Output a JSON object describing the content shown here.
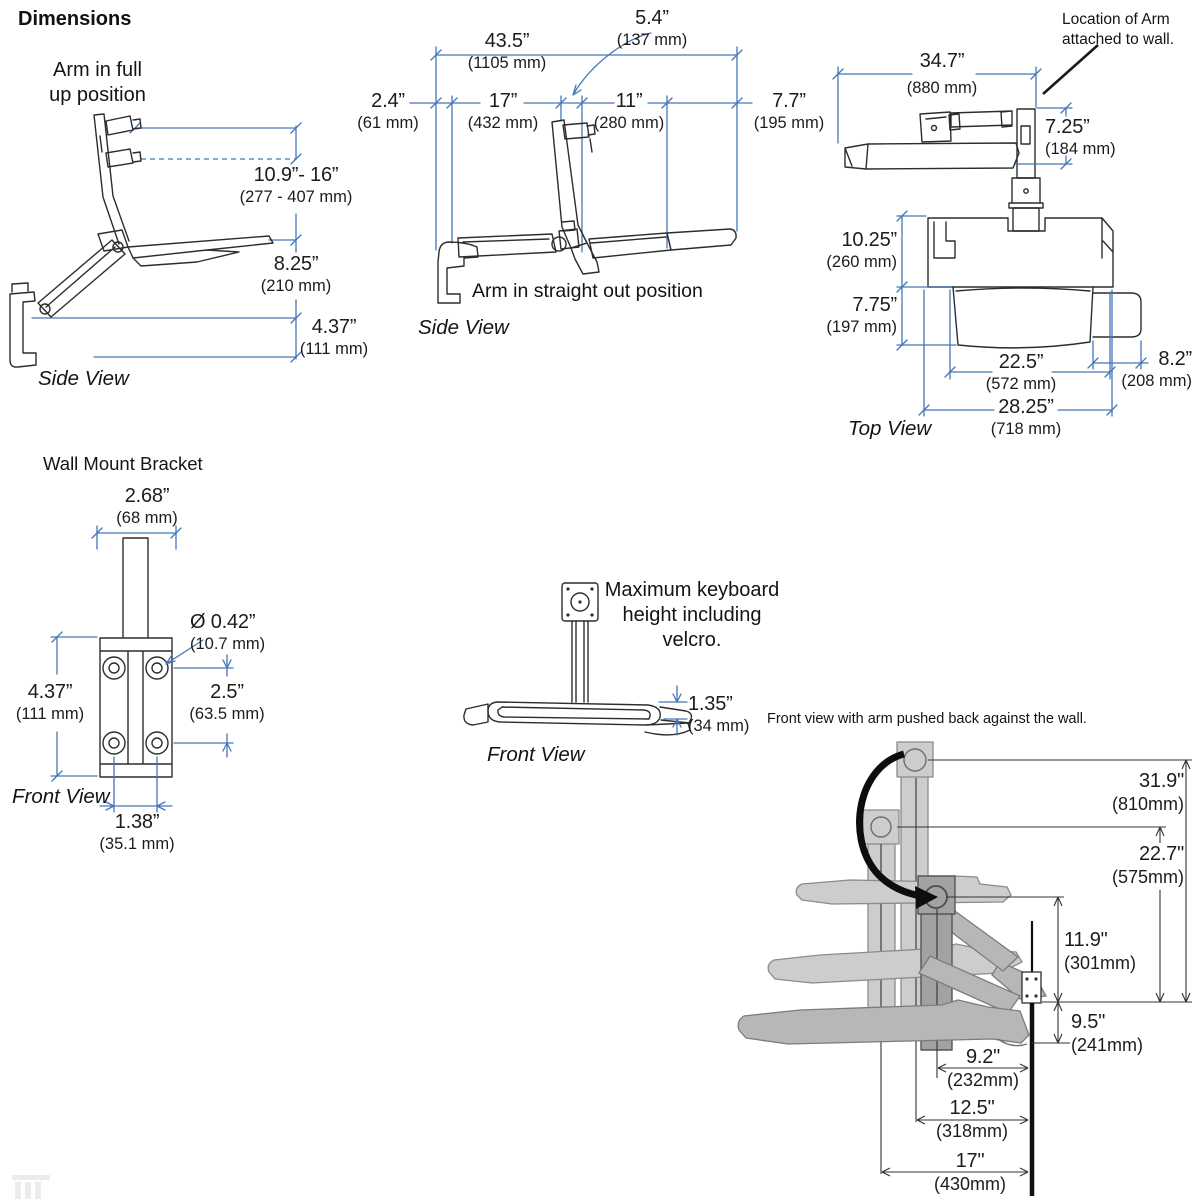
{
  "title": "Dimensions",
  "colors": {
    "dimension_line": "#4377b8",
    "line_art": "#2d2d2d",
    "grey_fill_light": "#cdcdcd",
    "grey_fill_dark": "#a2a2a2"
  },
  "side_full_up": {
    "caption": "Arm in full up position",
    "view_label": "Side View",
    "dims": {
      "height_range": {
        "in": "10.9”- 16”",
        "mm": "(277 - 407 mm)"
      },
      "keyboard_drop": {
        "in": "8.25”",
        "mm": "(210 mm)"
      },
      "track_height": {
        "in": "4.37”",
        "mm": "(111 mm)"
      }
    }
  },
  "side_straight_out": {
    "caption": "Arm in straight out position",
    "view_label": "Side View",
    "dims": {
      "total_reach": {
        "in": "43.5”",
        "mm": "(1105 mm)"
      },
      "monitor_offset": {
        "in": "5.4”",
        "mm": "(137 mm)"
      },
      "wall_offset": {
        "in": "2.4”",
        "mm": "(61 mm)"
      },
      "arm_length": {
        "in": "17”",
        "mm": "(432 mm)"
      },
      "tray_length": {
        "in": "11”",
        "mm": "(280 mm)"
      },
      "mouse_extension": {
        "in": "7.7”",
        "mm": "(195 mm)"
      }
    }
  },
  "top_view": {
    "note": "Location of Arm attached to wall.",
    "view_label": "Top View",
    "dims": {
      "reach": {
        "in": "34.7”",
        "mm": "(880 mm)"
      },
      "monitor_depth": {
        "in": "7.25”",
        "mm": "(184 mm)"
      },
      "screen_depth": {
        "in": "10.25”",
        "mm": "(260 mm)"
      },
      "tray_depth": {
        "in": "7.75”",
        "mm": "(197 mm)"
      },
      "tray_width": {
        "in": "22.5”",
        "mm": "(572 mm)"
      },
      "mouse_width": {
        "in": "8.2”",
        "mm": "(208 mm)"
      },
      "total_width": {
        "in": "28.25”",
        "mm": "(718 mm)"
      }
    }
  },
  "wall_bracket": {
    "caption": "Wall Mount Bracket",
    "view_label": "Front View",
    "dims": {
      "width": {
        "in": "2.68”",
        "mm": "(68 mm)"
      },
      "hole_diameter": {
        "in": "Ø 0.42”",
        "mm": "(10.7 mm)"
      },
      "height": {
        "in": "4.37”",
        "mm": "(111 mm)"
      },
      "hole_spacing_vertical": {
        "in": "2.5”",
        "mm": "(63.5 mm)"
      },
      "hole_spacing_horizontal": {
        "in": "1.38”",
        "mm": "(35.1 mm)"
      }
    }
  },
  "front_keyboard": {
    "note": "Maximum keyboard height including velcro.",
    "view_label": "Front View",
    "dims": {
      "tray_thickness": {
        "in": "1.35”",
        "mm": "(34 mm)"
      }
    }
  },
  "front_pushed_back": {
    "caption": "Front view with arm pushed back against the wall.",
    "dims": {
      "top_height": {
        "in": "31.9\"",
        "mm": "(810mm)"
      },
      "mid_height": {
        "in": "22.7\"",
        "mm": "(575mm)"
      },
      "keyboard_travel": {
        "in": "11.9\"",
        "mm": "(301mm)"
      },
      "low_height": {
        "in": "9.5\"",
        "mm": "(241mm)"
      },
      "depth_column": {
        "in": "9.2\"",
        "mm": "(232mm)"
      },
      "depth_mid": {
        "in": "12.5\"",
        "mm": "(318mm)"
      },
      "depth_outer": {
        "in": "17\"",
        "mm": "(430mm)"
      }
    }
  }
}
